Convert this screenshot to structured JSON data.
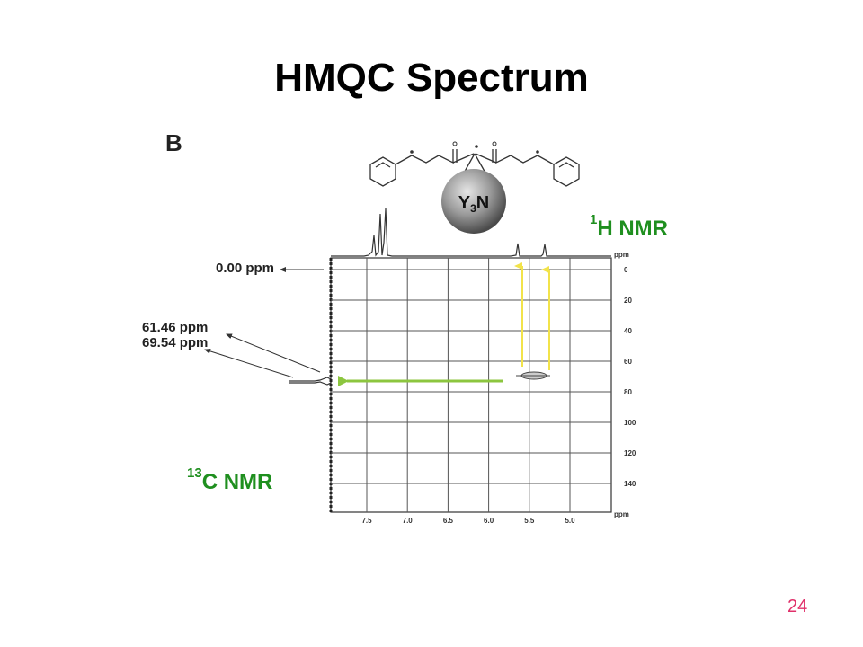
{
  "slide": {
    "title": "HMQC Spectrum",
    "panel_letter": "B",
    "page_number": "24"
  },
  "labels": {
    "h_nmr_sup": "1",
    "h_nmr_text": "H NMR",
    "c_nmr_sup": "13",
    "c_nmr_text": "C NMR",
    "zero_ppm": "0.00 ppm",
    "shift_1": "61.46 ppm",
    "shift_2": "69.54 ppm"
  },
  "molecule": {
    "core_label": "Y3N",
    "core_y": "Y",
    "core_sub": "3",
    "core_n": "N"
  },
  "axes": {
    "h_ticks": [
      "7.5",
      "7.0",
      "6.5",
      "6.0",
      "5.5",
      "5.0"
    ],
    "h_unit": "ppm",
    "c_ticks": [
      "0",
      "20",
      "40",
      "60",
      "80",
      "100",
      "120",
      "140"
    ],
    "c_unit_top": "ppm",
    "c_unit_bottom": "ppm"
  },
  "colors": {
    "title": "#000000",
    "nmr_label": "#1f8f1f",
    "page_number": "#e0306a",
    "yellow_arrow": "#f2e34a",
    "green_arrow": "#8cc63f",
    "core_sphere": "#9a9a9a"
  }
}
